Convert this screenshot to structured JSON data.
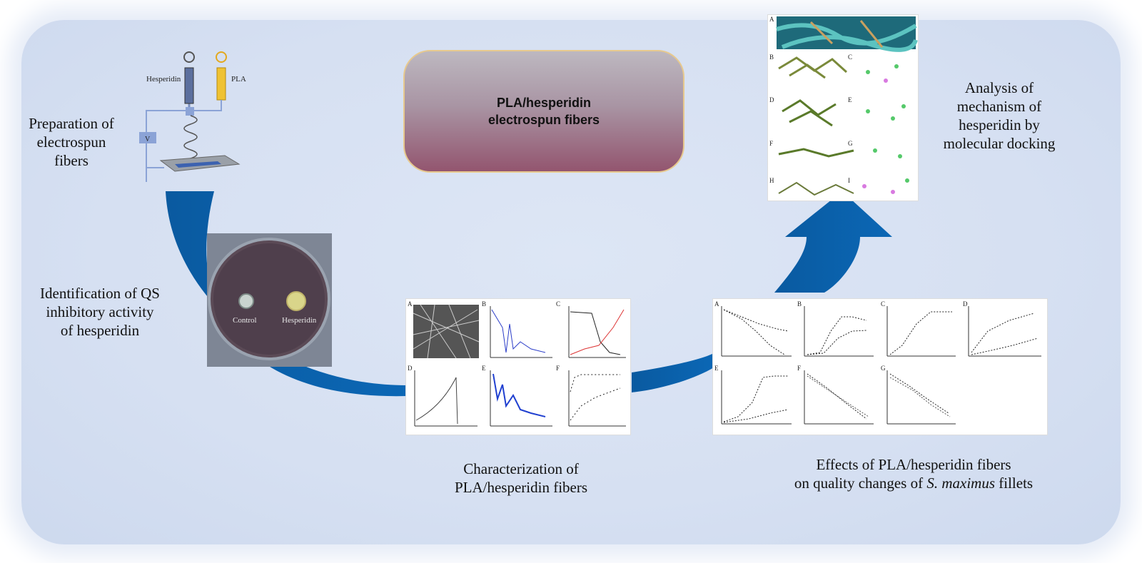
{
  "title_box": {
    "text": "PLA/hesperidin\nelectrospun fibers"
  },
  "stages": {
    "preparation": {
      "label": "Preparation of\nelectrospun\nfibers",
      "syringe_left": "Hesperidin",
      "syringe_right": "PLA",
      "voltage": "V"
    },
    "identification": {
      "label": "Identification of QS\ninhibitory activity\nof hesperidin",
      "dish_left": "Control",
      "dish_right": "Hesperidin"
    },
    "characterization": {
      "label": "Characterization of\nPLA/hesperidin fibers",
      "panels": [
        "A",
        "B",
        "C",
        "D",
        "E",
        "F"
      ]
    },
    "effects": {
      "label_line1": "Effects of PLA/hesperidin fibers",
      "label_line2_prefix": "on quality changes of ",
      "label_line2_italic": "S. maximus",
      "label_line2_suffix": " fillets",
      "panels": [
        "A",
        "B",
        "C",
        "D",
        "E",
        "F",
        "G"
      ]
    },
    "analysis": {
      "label": "Analysis of\nmechanism of\nhesperidin by\nmolecular docking",
      "panels": [
        "A",
        "B",
        "C",
        "D",
        "E",
        "F",
        "G",
        "H",
        "I"
      ]
    }
  },
  "colors": {
    "arrow": "#0b5fa8",
    "arrow_dark": "#0a4f8e",
    "title_top": "#bdb8c0",
    "title_bottom": "#93556f",
    "background": "#d6e0f2"
  }
}
